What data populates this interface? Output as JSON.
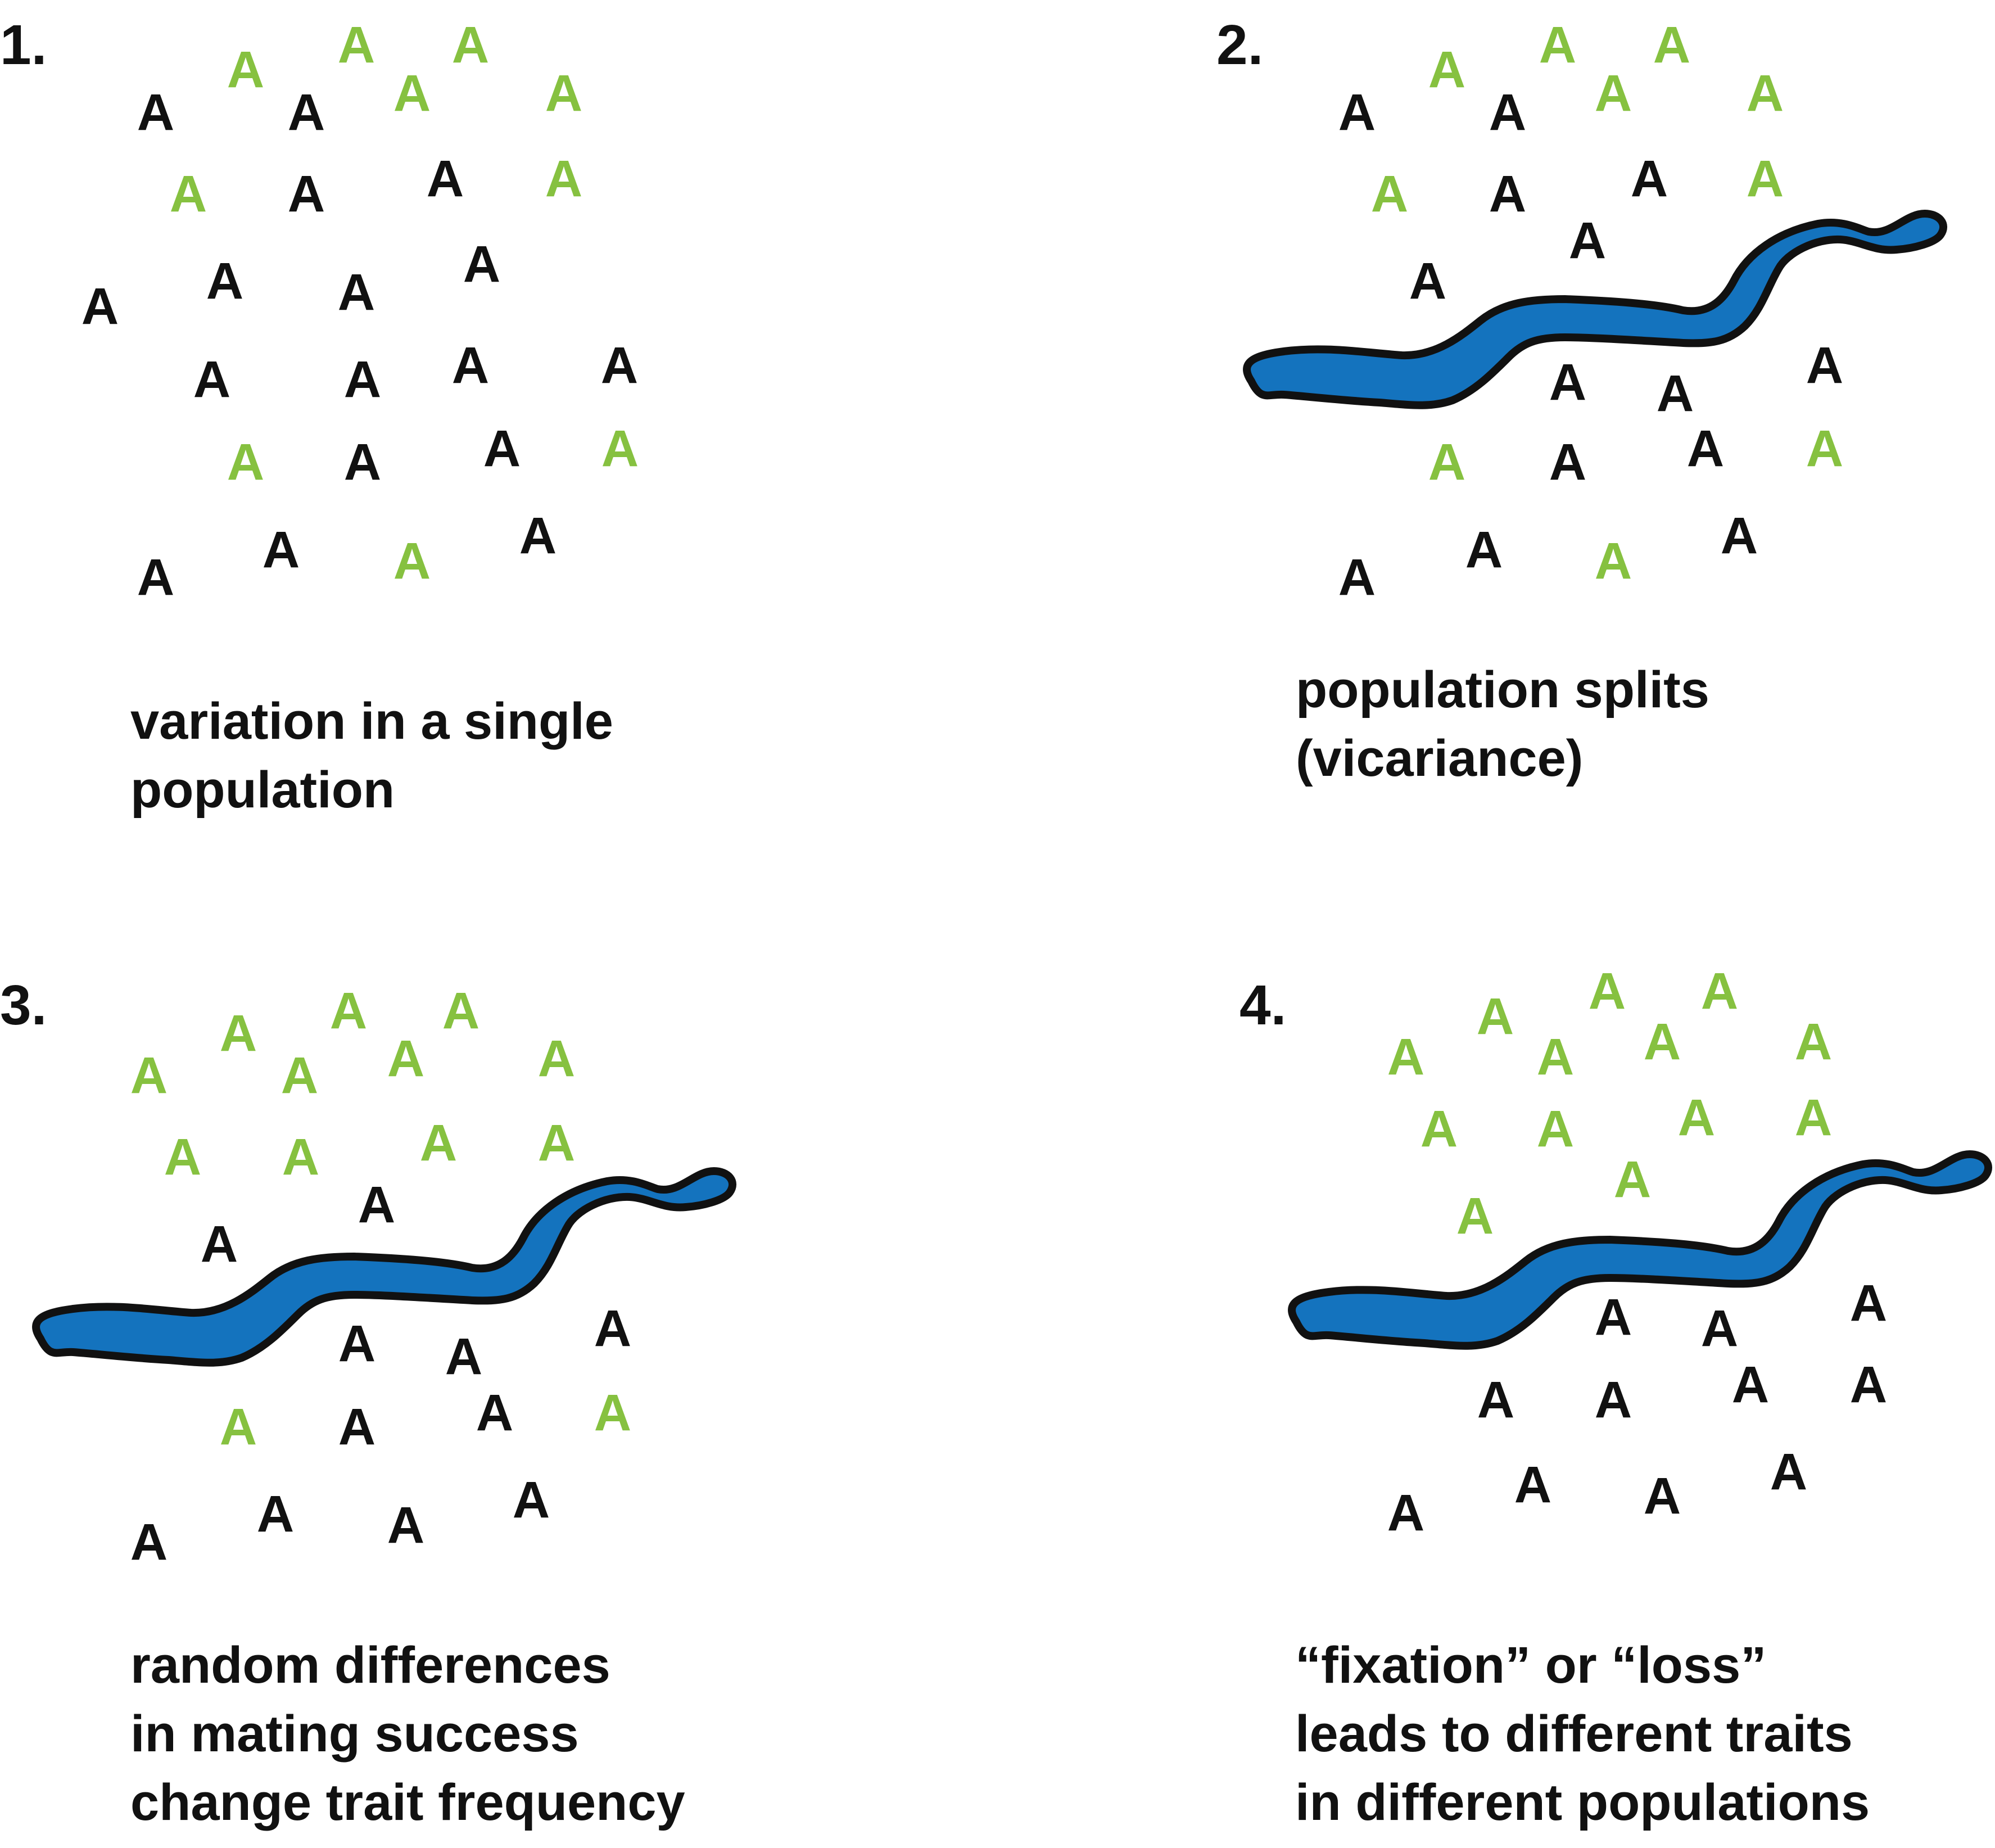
{
  "colors": {
    "dominant": "#111111",
    "variant": "#86c140",
    "river_fill": "#1473be",
    "river_stroke": "#111111"
  },
  "panels": [
    {
      "number": "1.",
      "caption": [
        "variation in a single",
        "population"
      ],
      "river": false,
      "letters": [
        {
          "t": "A",
          "c": "variant"
        },
        {
          "t": "A",
          "c": "variant"
        },
        {
          "t": "A",
          "c": "variant"
        },
        {
          "t": "A",
          "c": "dominant"
        },
        {
          "t": "A",
          "c": "dominant"
        },
        {
          "t": "A",
          "c": "variant"
        },
        {
          "t": "A",
          "c": "variant"
        },
        {
          "t": "A",
          "c": "variant"
        },
        {
          "t": "A",
          "c": "dominant"
        },
        {
          "t": "A",
          "c": "dominant"
        },
        {
          "t": "A",
          "c": "variant"
        },
        {
          "t": "A",
          "c": "dominant"
        },
        {
          "t": "A",
          "c": "dominant"
        },
        {
          "t": "A",
          "c": "dominant"
        },
        {
          "t": "A",
          "c": "dominant"
        },
        {
          "t": "A",
          "c": "dominant"
        },
        {
          "t": "A",
          "c": "dominant"
        },
        {
          "t": "A",
          "c": "dominant"
        },
        {
          "t": "A",
          "c": "dominant"
        },
        {
          "t": "A",
          "c": "variant"
        },
        {
          "t": "A",
          "c": "dominant"
        },
        {
          "t": "A",
          "c": "dominant"
        },
        {
          "t": "A",
          "c": "variant"
        },
        {
          "t": "A",
          "c": "dominant"
        },
        {
          "t": "A",
          "c": "dominant"
        },
        {
          "t": "A",
          "c": "variant"
        },
        {
          "t": "A",
          "c": "dominant"
        }
      ]
    },
    {
      "number": "2.",
      "caption": [
        "population splits",
        "(vicariance)"
      ],
      "river": true,
      "letters": [
        {
          "t": "A",
          "c": "variant"
        },
        {
          "t": "A",
          "c": "variant"
        },
        {
          "t": "A",
          "c": "variant"
        },
        {
          "t": "A",
          "c": "dominant"
        },
        {
          "t": "A",
          "c": "dominant"
        },
        {
          "t": "A",
          "c": "variant"
        },
        {
          "t": "A",
          "c": "variant"
        },
        {
          "t": "A",
          "c": "variant"
        },
        {
          "t": "A",
          "c": "dominant"
        },
        {
          "t": "A",
          "c": "dominant"
        },
        {
          "t": "A",
          "c": "variant"
        },
        {
          "t": "A",
          "c": "dominant"
        },
        {
          "t": "A",
          "c": "dominant"
        },
        {
          "t": "A",
          "c": "dominant"
        },
        {
          "t": "A",
          "c": "dominant"
        },
        {
          "t": "A",
          "c": "dominant"
        },
        {
          "t": "A",
          "c": "variant"
        },
        {
          "t": "A",
          "c": "dominant"
        },
        {
          "t": "A",
          "c": "dominant"
        },
        {
          "t": "A",
          "c": "variant"
        },
        {
          "t": "A",
          "c": "dominant"
        },
        {
          "t": "A",
          "c": "dominant"
        },
        {
          "t": "A",
          "c": "variant"
        },
        {
          "t": "A",
          "c": "dominant"
        }
      ]
    },
    {
      "number": "3.",
      "caption": [
        "random differences",
        "in mating success",
        "change trait frequency"
      ],
      "river": true,
      "letters": [
        {
          "t": "A",
          "c": "variant"
        },
        {
          "t": "A",
          "c": "variant"
        },
        {
          "t": "A",
          "c": "variant"
        },
        {
          "t": "A",
          "c": "variant"
        },
        {
          "t": "A",
          "c": "variant"
        },
        {
          "t": "A",
          "c": "variant"
        },
        {
          "t": "A",
          "c": "variant"
        },
        {
          "t": "A",
          "c": "variant"
        },
        {
          "t": "A",
          "c": "variant"
        },
        {
          "t": "A",
          "c": "variant"
        },
        {
          "t": "A",
          "c": "variant"
        },
        {
          "t": "A",
          "c": "dominant"
        },
        {
          "t": "A",
          "c": "dominant"
        },
        {
          "t": "A",
          "c": "dominant"
        },
        {
          "t": "A",
          "c": "dominant"
        },
        {
          "t": "A",
          "c": "dominant"
        },
        {
          "t": "A",
          "c": "variant"
        },
        {
          "t": "A",
          "c": "dominant"
        },
        {
          "t": "A",
          "c": "dominant"
        },
        {
          "t": "A",
          "c": "variant"
        },
        {
          "t": "A",
          "c": "dominant"
        },
        {
          "t": "A",
          "c": "dominant"
        },
        {
          "t": "A",
          "c": "dominant"
        },
        {
          "t": "A",
          "c": "dominant"
        }
      ]
    },
    {
      "number": "4.",
      "caption": [
        "“fixation” or “loss”",
        "leads to different traits",
        "in different populations"
      ],
      "river": true,
      "letters": [
        {
          "t": "A",
          "c": "variant"
        },
        {
          "t": "A",
          "c": "variant"
        },
        {
          "t": "A",
          "c": "variant"
        },
        {
          "t": "A",
          "c": "variant"
        },
        {
          "t": "A",
          "c": "variant"
        },
        {
          "t": "A",
          "c": "variant"
        },
        {
          "t": "A",
          "c": "variant"
        },
        {
          "t": "A",
          "c": "variant"
        },
        {
          "t": "A",
          "c": "variant"
        },
        {
          "t": "A",
          "c": "variant"
        },
        {
          "t": "A",
          "c": "variant"
        },
        {
          "t": "A",
          "c": "variant"
        },
        {
          "t": "A",
          "c": "variant"
        },
        {
          "t": "A",
          "c": "dominant"
        },
        {
          "t": "A",
          "c": "dominant"
        },
        {
          "t": "A",
          "c": "dominant"
        },
        {
          "t": "A",
          "c": "dominant"
        },
        {
          "t": "A",
          "c": "dominant"
        },
        {
          "t": "A",
          "c": "dominant"
        },
        {
          "t": "A",
          "c": "dominant"
        },
        {
          "t": "A",
          "c": "dominant"
        },
        {
          "t": "A",
          "c": "dominant"
        },
        {
          "t": "A",
          "c": "dominant"
        },
        {
          "t": "A",
          "c": "dominant"
        }
      ]
    }
  ]
}
